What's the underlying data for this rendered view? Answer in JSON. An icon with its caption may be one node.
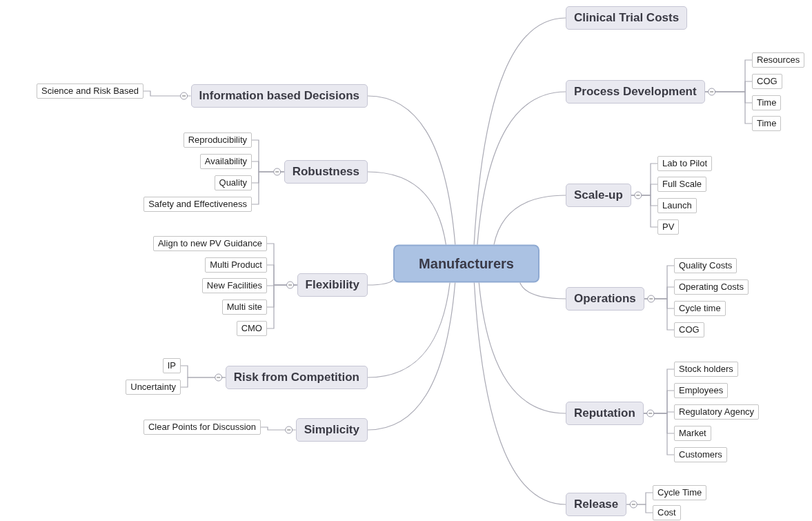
{
  "diagram": {
    "nodes": [
      {
        "text": [
          "Manufacturers"
        ]
      },
      {
        "text": [
          "Clinical Trial Costs"
        ]
      },
      {
        "text": [
          "Process Development"
        ]
      },
      {
        "text": [
          "Resources"
        ]
      },
      {
        "text": [
          "COG"
        ]
      },
      {
        "text": [
          "Time"
        ]
      },
      {
        "text": [
          "Time"
        ]
      },
      {
        "text": [
          "Scale-up"
        ]
      },
      {
        "text": [
          "Lab to Pilot"
        ]
      },
      {
        "text": [
          "Full Scale"
        ]
      },
      {
        "text": [
          "Launch"
        ]
      },
      {
        "text": [
          "PV"
        ]
      },
      {
        "text": [
          "Operations"
        ]
      },
      {
        "text": [
          "Quality Costs"
        ]
      },
      {
        "text": [
          "Operating Costs"
        ]
      },
      {
        "text": [
          "Cycle time"
        ]
      },
      {
        "text": [
          "COG"
        ]
      },
      {
        "text": [
          "Reputation"
        ]
      },
      {
        "text": [
          "Stock holders"
        ]
      },
      {
        "text": [
          "Employees"
        ]
      },
      {
        "text": [
          "Regulatory Agency"
        ]
      },
      {
        "text": [
          "Market"
        ]
      },
      {
        "text": [
          "Customers"
        ]
      },
      {
        "text": [
          "Release"
        ]
      },
      {
        "text": [
          "Cycle Time"
        ]
      },
      {
        "text": [
          "Cost"
        ]
      },
      {
        "text": [
          "Information based Decisions"
        ]
      },
      {
        "text": [
          "Science and Risk Based"
        ]
      },
      {
        "text": [
          "Robustness"
        ]
      },
      {
        "text": [
          "Reproducibility"
        ]
      },
      {
        "text": [
          "Availability"
        ]
      },
      {
        "text": [
          "Quality"
        ]
      },
      {
        "text": [
          "Safety and Effectiveness"
        ]
      },
      {
        "text": [
          "Flexibility"
        ]
      },
      {
        "text": [
          "Align to new PV Guidance"
        ]
      },
      {
        "text": [
          "Multi Product"
        ]
      },
      {
        "text": [
          "New Facilities"
        ]
      },
      {
        "text": [
          "Multi site"
        ]
      },
      {
        "text": [
          "CMO"
        ]
      },
      {
        "text": [
          "Risk from Competition"
        ]
      },
      {
        "text": [
          "IP"
        ]
      },
      {
        "text": [
          "Uncertainty"
        ]
      },
      {
        "text": [
          "Simplicity"
        ]
      },
      {
        "text": [
          "Clear Points for Discussion"
        ]
      }
    ],
    "edges": [
      {
        "from": 0,
        "to": 1,
        "arrow": "none"
      },
      {
        "from": 0,
        "to": 2,
        "arrow": "none"
      },
      {
        "from": 2,
        "to": 3,
        "arrow": "none"
      },
      {
        "from": 2,
        "to": 4,
        "arrow": "none"
      },
      {
        "from": 2,
        "to": 5,
        "arrow": "none"
      },
      {
        "from": 2,
        "to": 6,
        "arrow": "none"
      },
      {
        "from": 0,
        "to": 7,
        "arrow": "none"
      },
      {
        "from": 7,
        "to": 8,
        "arrow": "none"
      },
      {
        "from": 7,
        "to": 9,
        "arrow": "none"
      },
      {
        "from": 7,
        "to": 10,
        "arrow": "none"
      },
      {
        "from": 7,
        "to": 11,
        "arrow": "none"
      },
      {
        "from": 0,
        "to": 12,
        "arrow": "none"
      },
      {
        "from": 12,
        "to": 13,
        "arrow": "none"
      },
      {
        "from": 12,
        "to": 14,
        "arrow": "none"
      },
      {
        "from": 12,
        "to": 15,
        "arrow": "none"
      },
      {
        "from": 12,
        "to": 16,
        "arrow": "none"
      },
      {
        "from": 0,
        "to": 17,
        "arrow": "none"
      },
      {
        "from": 17,
        "to": 18,
        "arrow": "none"
      },
      {
        "from": 17,
        "to": 19,
        "arrow": "none"
      },
      {
        "from": 17,
        "to": 20,
        "arrow": "none"
      },
      {
        "from": 17,
        "to": 21,
        "arrow": "none"
      },
      {
        "from": 17,
        "to": 22,
        "arrow": "none"
      },
      {
        "from": 0,
        "to": 23,
        "arrow": "none"
      },
      {
        "from": 23,
        "to": 24,
        "arrow": "none"
      },
      {
        "from": 23,
        "to": 25,
        "arrow": "none"
      },
      {
        "from": 0,
        "to": 26,
        "arrow": "none"
      },
      {
        "from": 26,
        "to": 27,
        "arrow": "none"
      },
      {
        "from": 0,
        "to": 28,
        "arrow": "none"
      },
      {
        "from": 28,
        "to": 29,
        "arrow": "none"
      },
      {
        "from": 28,
        "to": 30,
        "arrow": "none"
      },
      {
        "from": 28,
        "to": 31,
        "arrow": "none"
      },
      {
        "from": 28,
        "to": 32,
        "arrow": "none"
      },
      {
        "from": 0,
        "to": 33,
        "arrow": "none"
      },
      {
        "from": 33,
        "to": 34,
        "arrow": "none"
      },
      {
        "from": 33,
        "to": 35,
        "arrow": "none"
      },
      {
        "from": 33,
        "to": 36,
        "arrow": "none"
      },
      {
        "from": 33,
        "to": 37,
        "arrow": "none"
      },
      {
        "from": 33,
        "to": 38,
        "arrow": "none"
      },
      {
        "from": 0,
        "to": 39,
        "arrow": "none"
      },
      {
        "from": 39,
        "to": 40,
        "arrow": "none"
      },
      {
        "from": 39,
        "to": 41,
        "arrow": "none"
      },
      {
        "from": 0,
        "to": 42,
        "arrow": "none"
      },
      {
        "from": 42,
        "to": 43,
        "arrow": "none"
      }
    ]
  }
}
